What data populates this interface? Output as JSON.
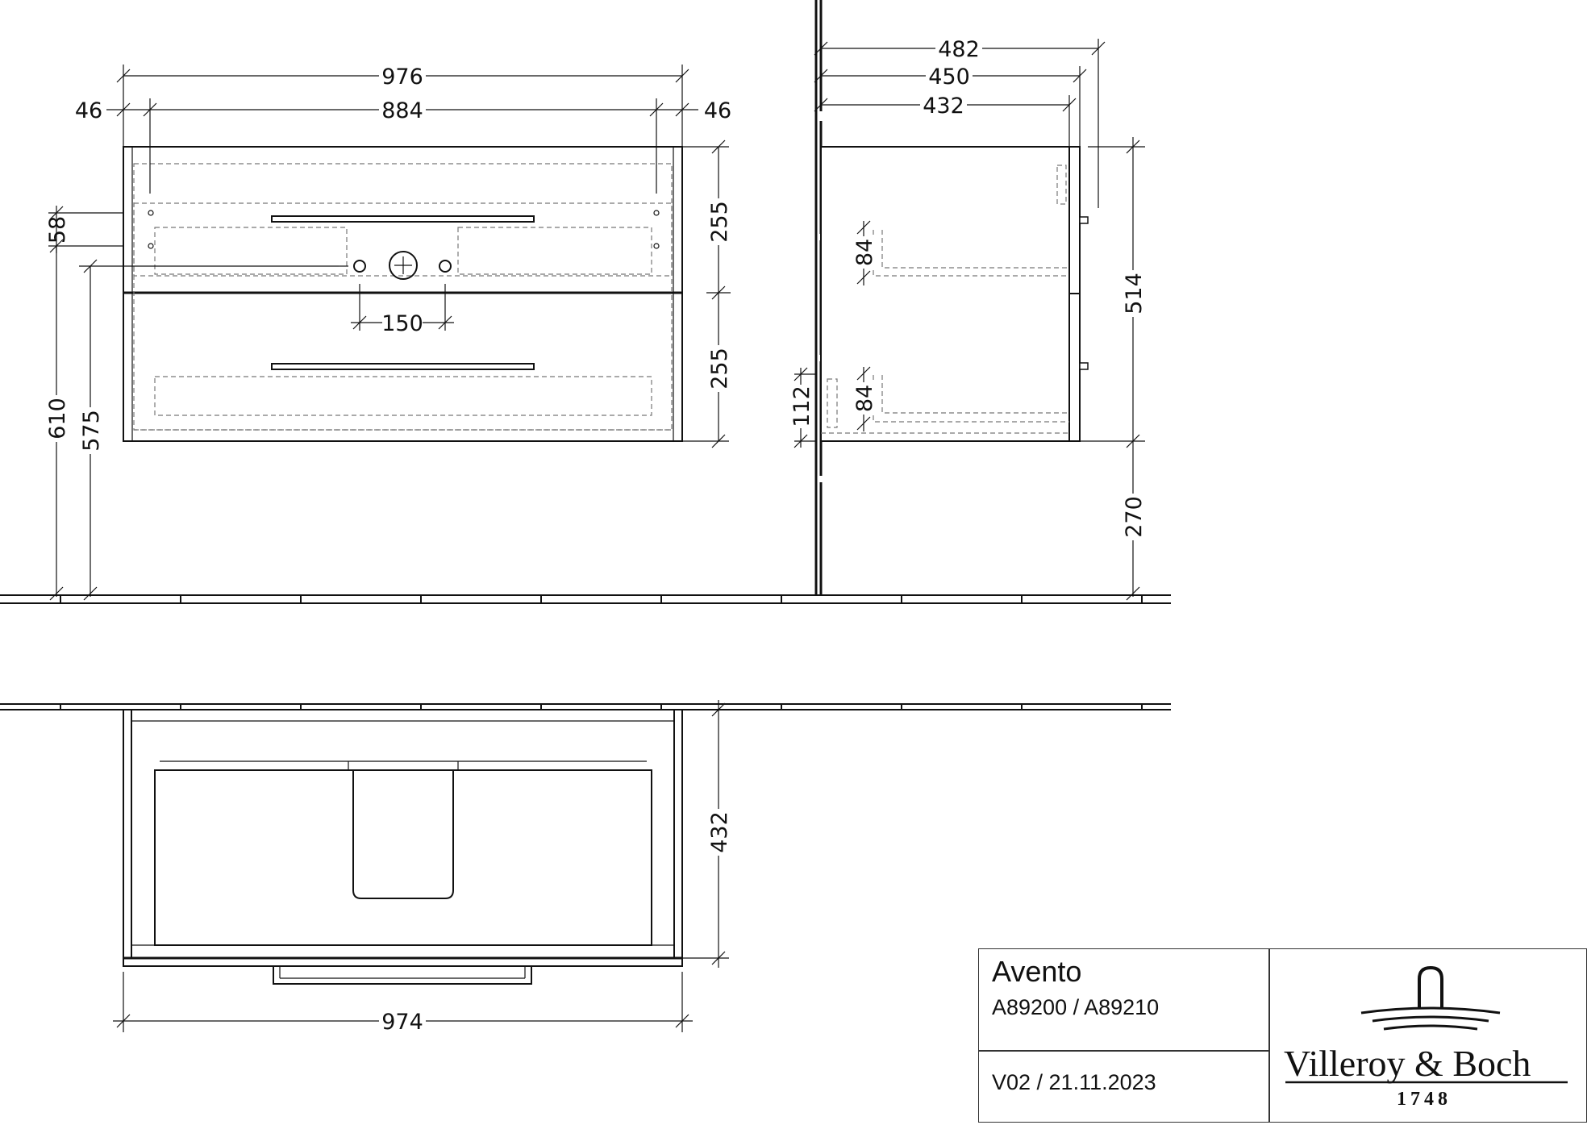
{
  "front_view": {
    "dims": {
      "total_width": "976",
      "inner_width": "884",
      "left_inset": "46",
      "right_inset": "46",
      "drawer_top_height": "255",
      "drawer_bottom_height": "255",
      "hole_spacing": "150",
      "top_offset": "58",
      "height_total": "610",
      "height_hole": "575"
    }
  },
  "side_view": {
    "dims": {
      "depth_total": "482",
      "depth_450": "450",
      "depth_432": "432",
      "body_height": "514",
      "floor_gap": "270",
      "drawer_offset_top": "84",
      "drawer_offset_bottom": "84",
      "bottom_offset": "112"
    }
  },
  "top_view": {
    "dims": {
      "depth": "432",
      "width": "974"
    }
  },
  "title_block": {
    "product": "Avento",
    "codes": "A89200 / A89210",
    "version": "V02 / 21.11.2023",
    "brand": "Villeroy & Boch",
    "year": "1748"
  }
}
